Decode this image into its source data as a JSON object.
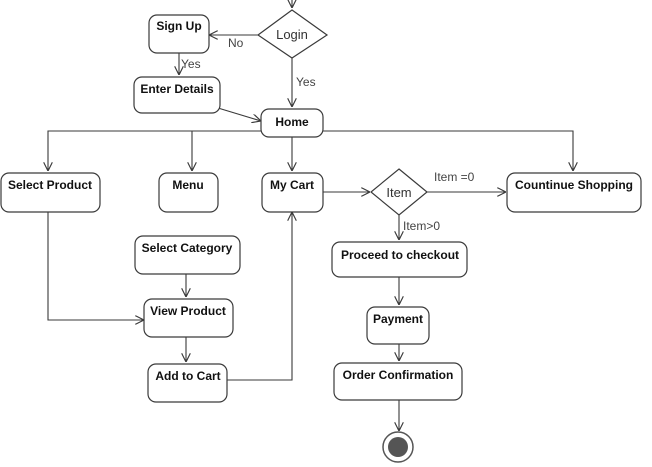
{
  "nodes": {
    "sign_up": "Sign Up",
    "enter_details": "Enter Details",
    "home": "Home",
    "select_product": "Select Product",
    "menu": "Menu",
    "my_cart": "My Cart",
    "countinue_shopping": "Countinue Shopping",
    "select_category": "Select Category",
    "view_product": "View Product",
    "add_to_cart": "Add to Cart",
    "proceed_to_checkout": "Proceed to checkout",
    "payment": "Payment",
    "order_confirmation": "Order Confirmation"
  },
  "decisions": {
    "login": "Login",
    "item": "Item"
  },
  "edge_labels": {
    "no": "No",
    "yes_signup": "Yes",
    "yes_login": "Yes",
    "item_zero": "Item =0",
    "item_positive": "Item>0"
  }
}
